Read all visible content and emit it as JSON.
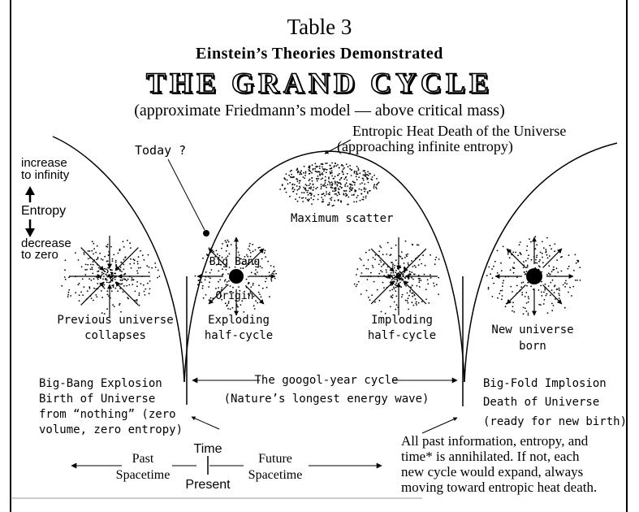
{
  "title": "Table 3",
  "subtitle": "Einstein’s Theories Demonstrated",
  "banner": "THE GRAND CYCLE",
  "caption": "(approximate Friedmann’s model — above critical mass)",
  "heat_death": {
    "line1": "Entropic Heat Death of the Universe",
    "line2": "(approaching infinite entropy)"
  },
  "today": "Today ?",
  "entropy": {
    "top1": "increase",
    "top2": "to  infinity",
    "middle": "Entropy",
    "bottom1": "decrease",
    "bottom2": "to zero"
  },
  "max_scatter": "Maximum scatter",
  "big_bang_origin": {
    "line1": "Big Bang",
    "line2": "Origin"
  },
  "captions": {
    "previous": [
      "Previous universe",
      "collapses"
    ],
    "exploding": [
      "Exploding",
      "half-cycle"
    ],
    "imploding": [
      "Imploding",
      "half-cycle"
    ],
    "new_universe": [
      "New universe",
      "born"
    ]
  },
  "googol": {
    "line1": "The googol-year cycle",
    "line2": "(Nature’s longest energy wave)"
  },
  "explosion": [
    "Big-Bang Explosion",
    "Birth of Universe",
    "from “nothing” (zero",
    "volume, zero entropy)"
  ],
  "implosion": [
    "Big-Fold Implosion",
    "Death of Universe",
    "(ready for new birth)"
  ],
  "annihilation": [
    "All past information, entropy, and",
    "time* is annihilated.  If not, each",
    "new cycle would expand, always",
    "moving toward entropic heat death."
  ],
  "timeline": {
    "time": "Time",
    "past1": "Past",
    "past2": "Spacetime",
    "present": "Present",
    "future1": "Future",
    "future2": "Spacetime"
  }
}
